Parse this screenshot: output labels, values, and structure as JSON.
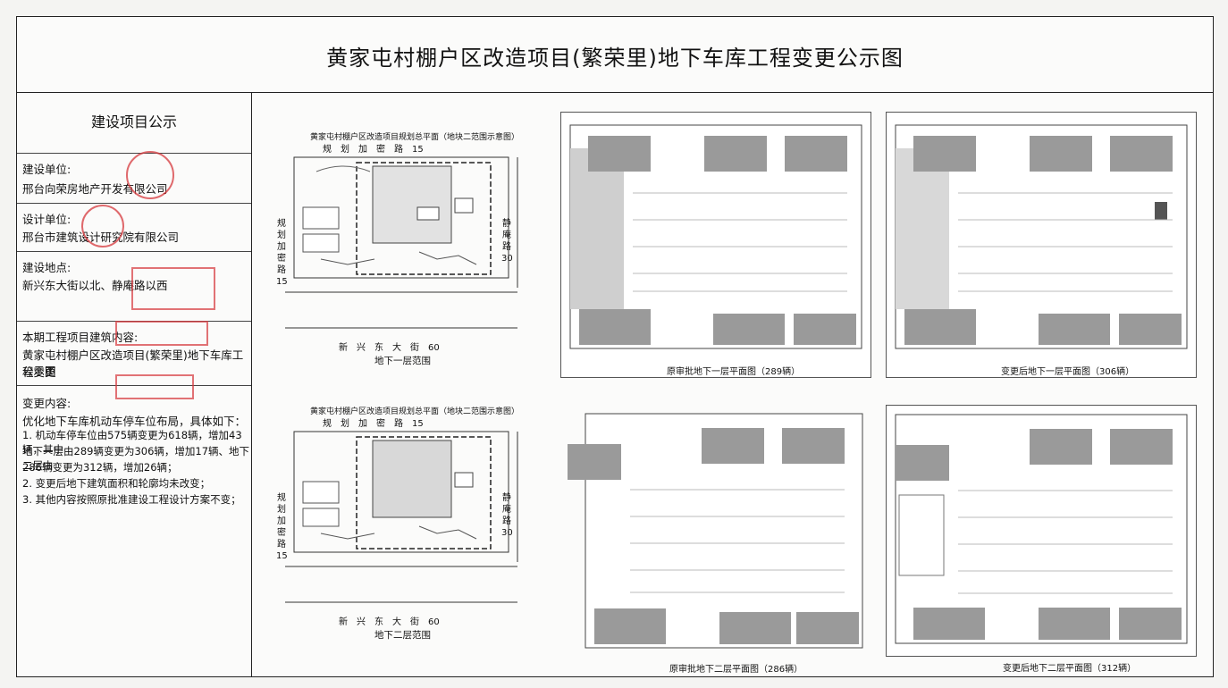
{
  "page_title": "黄家屯村棚户区改造项目(繁荣里)地下车库工程变更公示图",
  "left": {
    "section_title": "建设项目公示",
    "builder_label": "建设单位:",
    "builder_value": "邢台向荣房地产开发有限公司",
    "designer_label": "设计单位:",
    "designer_value": "邢台市建筑设计研究院有限公司",
    "location_label": "建设地点:",
    "location_value": "新兴东大街以北、静庵路以西",
    "content_label": "本期工程项目建筑内容:",
    "content_value_1": "黄家屯村棚户区改造项目(繁荣里)地下车库工程变更",
    "content_value_2": "公示图",
    "change_label": "变更内容:",
    "change_lines": [
      "优化地下车库机动车停车位布局，具体如下：",
      "1. 机动车停车位由575辆变更为618辆，增加43辆，其中",
      "地下一层由289辆变更为306辆，增加17辆、地下二层由",
      "286辆变更为312辆，增加26辆；",
      "2. 变更后地下建筑面积和轮廓均未改变；",
      "3. 其他内容按照原批准建设工程设计方案不变；"
    ]
  },
  "site_plans": [
    {
      "header": "黄家屯村棚户区改造项目规划总平面（地块二范围示意图）",
      "road_top": "规　划　加　密　路　15",
      "road_left": [
        "规",
        "划",
        "加",
        "密",
        "路",
        "15"
      ],
      "road_right": [
        "静",
        "庵",
        "路",
        "30"
      ],
      "road_bottom": "新　兴　东　大　街　60",
      "caption": "地下一层范围"
    },
    {
      "header": "黄家屯村棚户区改造项目规划总平面（地块二范围示意图）",
      "road_top": "规　划　加　密　路　15",
      "road_left": [
        "规",
        "划",
        "加",
        "密",
        "路",
        "15"
      ],
      "road_right": [
        "静",
        "庵",
        "路",
        "30"
      ],
      "road_bottom": "新　兴　东　大　街　60",
      "caption": "地下二层范围"
    }
  ],
  "floor_plans": [
    {
      "caption": "原审批地下一层平面图（289辆）"
    },
    {
      "caption": "变更后地下一层平面图（306辆）"
    },
    {
      "caption": "原审批地下二层平面图（286辆）"
    },
    {
      "caption": "变更后地下二层平面图（312辆）"
    }
  ],
  "colors": {
    "stamp_red": "#d6383c",
    "line": "#222222"
  }
}
